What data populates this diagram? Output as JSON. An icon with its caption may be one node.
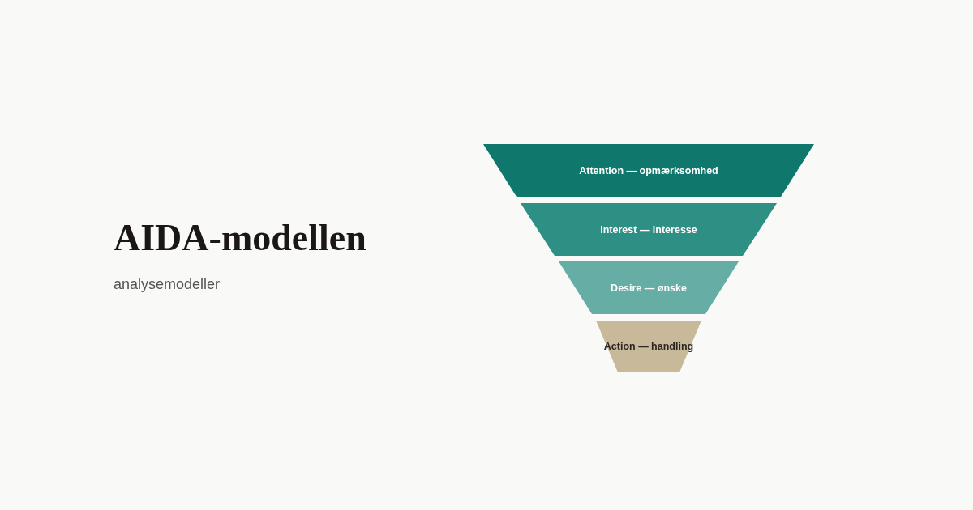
{
  "diagram": {
    "title": "AIDA-modellen",
    "nodes": [
      {
        "text": [
          "Attention — opmærksomhed"
        ]
      },
      {
        "text": [
          "Interest — interesse"
        ]
      },
      {
        "text": [
          "Desire — ønske"
        ]
      },
      {
        "text": [
          "Action — handling"
        ]
      }
    ],
    "labels": [
      "analysemodeller"
    ]
  }
}
